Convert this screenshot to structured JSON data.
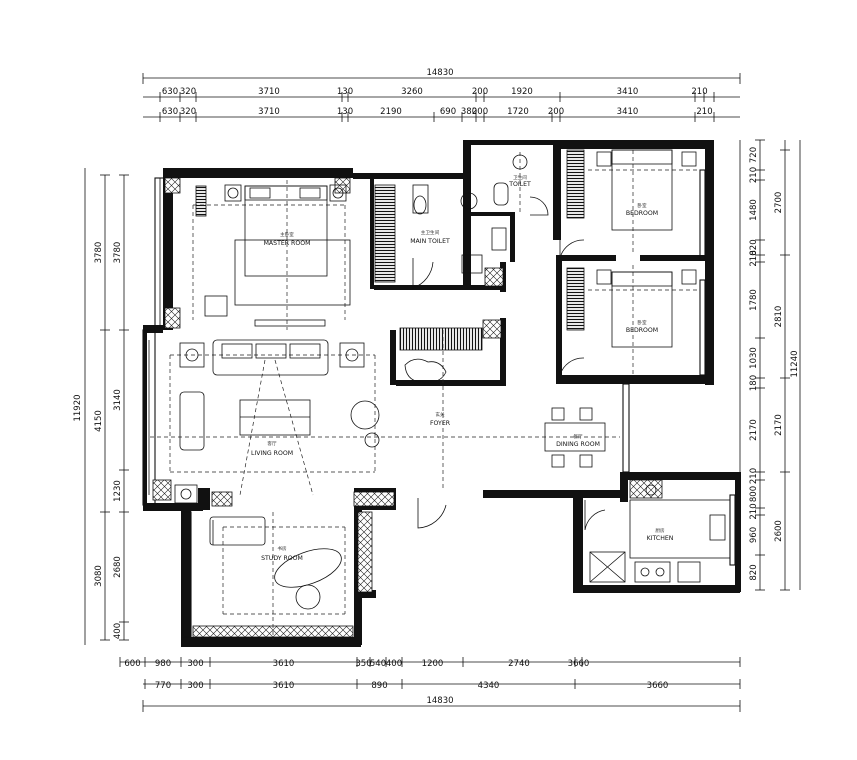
{
  "overall": {
    "width_top": "14830",
    "width_bottom": "14830",
    "height_left": "11920",
    "height_right": "11240"
  },
  "top_dims_row1": [
    "630",
    "320",
    "3710",
    "130",
    "3260",
    "200",
    "1920",
    "3410",
    "210"
  ],
  "top_dims_row2": [
    "630",
    "320",
    "3710",
    "130",
    "2190",
    "690",
    "380",
    "200",
    "1720",
    "200",
    "3410",
    "210"
  ],
  "bottom_dims_row1": [
    "600",
    "980",
    "300",
    "3610",
    "350",
    "540",
    "400",
    "1200",
    "2740",
    "3660"
  ],
  "bottom_dims_row2": [
    "770",
    "300",
    "3610",
    "890",
    "4340",
    "3660"
  ],
  "left_dims_outer": [
    "3780",
    "4150",
    "3080"
  ],
  "left_dims_inner": [
    "3780",
    "3140",
    "1230",
    "2680",
    "400"
  ],
  "right_dims_inner": [
    "720",
    "210",
    "1480",
    "820",
    "210",
    "1780",
    "1030",
    "180",
    "2170",
    "210",
    "800",
    "210",
    "960",
    "820"
  ],
  "right_dims_mid": [
    "2700",
    "2810",
    "2170",
    "2600"
  ],
  "rooms": {
    "master_cn": "主卧室",
    "master_en": "MASTER ROOM",
    "main_toilet_cn": "主卫生间",
    "main_toilet_en": "MAIN TOILET",
    "toilet_cn": "卫生间",
    "toilet_en": "TOILET",
    "bedroom1_cn": "卧室",
    "bedroom1_en": "BEDROOM",
    "bedroom2_cn": "卧室",
    "bedroom2_en": "BEDROOM",
    "living_cn": "客厅",
    "living_en": "LIVING ROOM",
    "foyer_cn": "玄关",
    "foyer_en": "FOYER",
    "dining_cn": "餐厅",
    "dining_en": "DINING ROOM",
    "study_cn": "书房",
    "study_en": "STUDY ROOM",
    "kitchen_cn": "厨房",
    "kitchen_en": "KITCHEN"
  }
}
